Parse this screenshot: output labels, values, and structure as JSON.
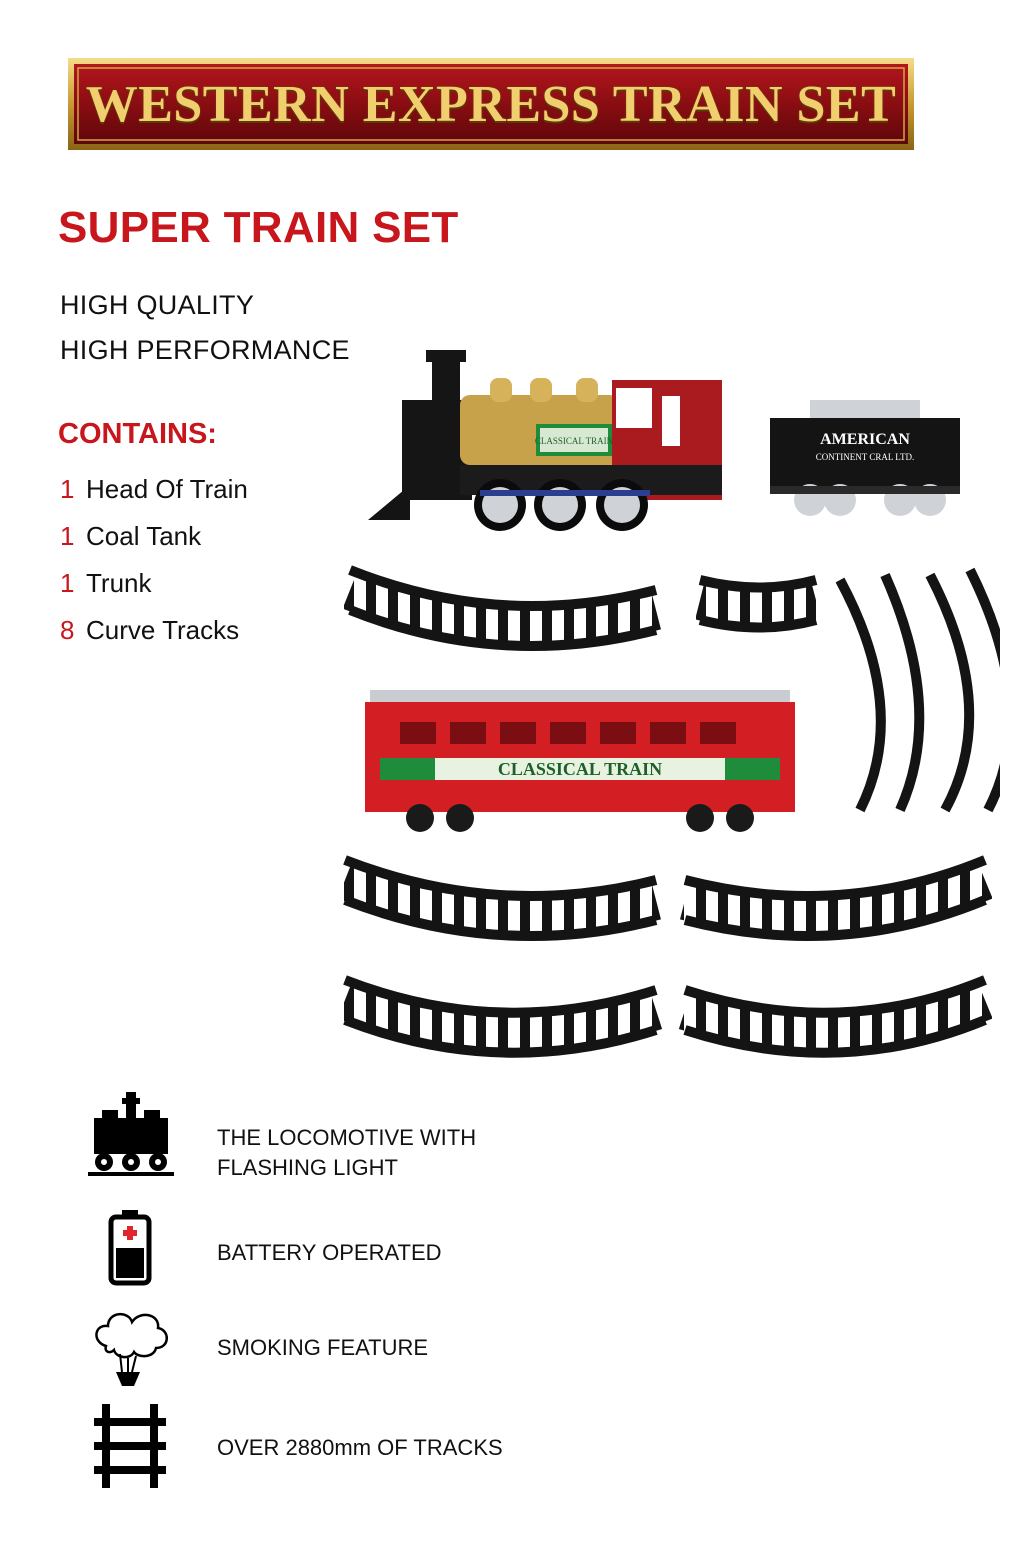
{
  "banner": {
    "title": "WESTERN EXPRESS TRAIN SET"
  },
  "subtitle": "SUPER TRAIN SET",
  "features": [
    "HIGH QUALITY",
    "HIGH PERFORMANCE"
  ],
  "contains": {
    "title": "CONTAINS:",
    "items": [
      {
        "qty": "1",
        "label": "Head Of Train"
      },
      {
        "qty": "1",
        "label": "Coal Tank"
      },
      {
        "qty": "1",
        "label": "Trunk"
      },
      {
        "qty": "8",
        "label": "Curve Tracks"
      }
    ]
  },
  "illustration": {
    "locomotive_label": "CLASSICAL TRAIN",
    "tender_label_1": "AMERICAN",
    "tender_label_2": "CONTINENT CRAL LTD.",
    "carriage_label": "CLASSICAL TRAIN"
  },
  "feature_list": [
    {
      "icon": "locomotive-icon",
      "lines": [
        "THE LOCOMOTIVE WITH",
        "FLASHING LIGHT"
      ]
    },
    {
      "icon": "battery-icon",
      "lines": [
        "BATTERY OPERATED"
      ]
    },
    {
      "icon": "smoke-icon",
      "lines": [
        "SMOKING FEATURE"
      ]
    },
    {
      "icon": "track-icon",
      "lines": [
        "OVER 2880mm OF TRACKS"
      ]
    }
  ],
  "colors": {
    "accent": "#c8161d",
    "banner": "#8e0f14",
    "gold": "#d8b04a"
  }
}
